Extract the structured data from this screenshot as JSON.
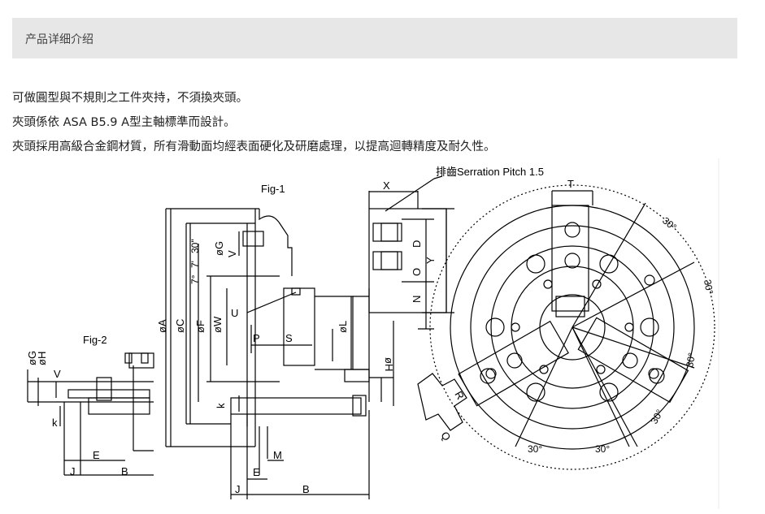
{
  "header": {
    "tab_label": "产品详细介绍"
  },
  "description": [
    "可做圓型與不規則之工件夾持，不須換夾頭。",
    "夾頭係依 ASA B5.9 A型主軸標準而設計。",
    "夾頭採用高級合金鋼材質，所有滑動面均經表面硬化及研磨處理，以提高迴轉精度及耐久性。"
  ],
  "figure": {
    "fig1_label": "Fig-1",
    "fig2_label": "Fig-2",
    "serration_label": "排齒Serration Pitch 1.5",
    "dims": {
      "X": "X",
      "Y": "Y",
      "D": "D",
      "O": "O",
      "N": "N",
      "T": "T",
      "U": "U",
      "P": "P",
      "S": "S",
      "A": "øA",
      "C": "øC",
      "F": "øF",
      "W": "øW",
      "L": "øL",
      "G": "øG",
      "H": "øH",
      "V": "V",
      "K": "k",
      "M": "M",
      "E": "E",
      "J": "J",
      "B": "B",
      "R": "R",
      "Q": "Q",
      "angle_7": "7°",
      "angle_7b": "7'",
      "angle_30": "30\""
    },
    "angles": [
      "30°",
      "30°",
      "30°",
      "30°",
      "30°",
      "30°"
    ]
  }
}
